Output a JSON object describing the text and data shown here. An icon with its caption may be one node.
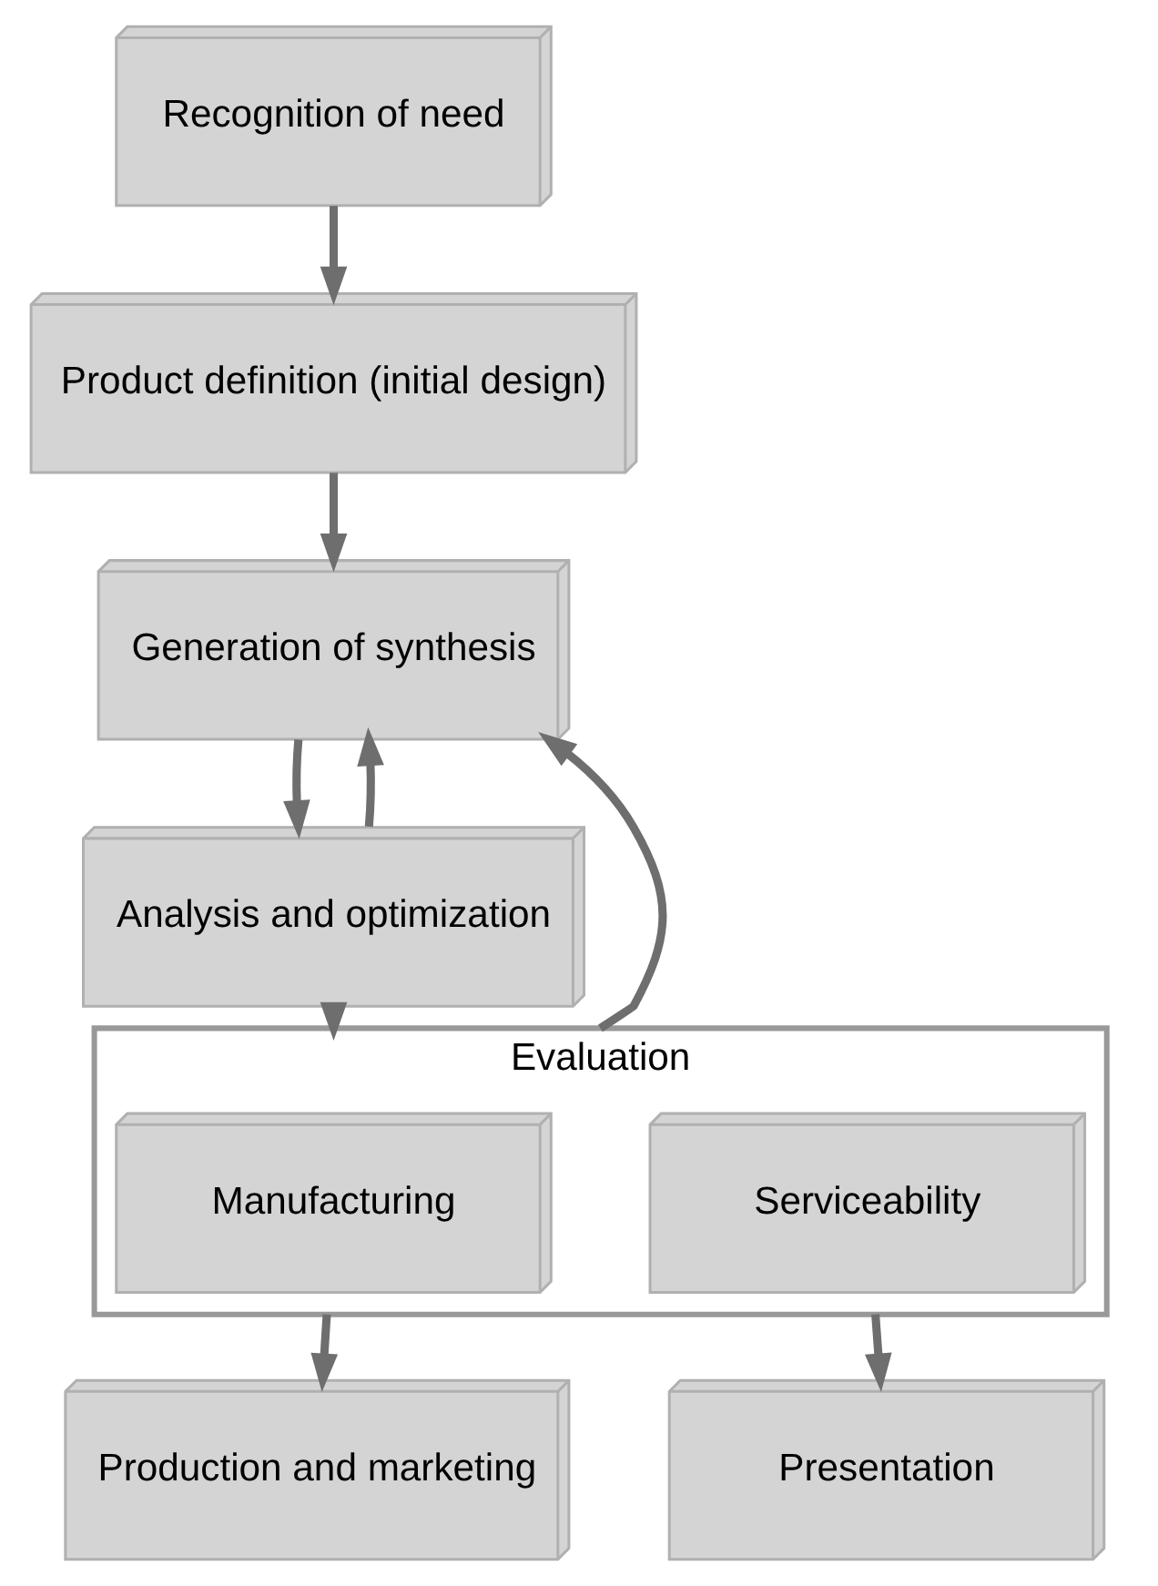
{
  "diagram": {
    "nodes": [
      {
        "text": [
          "Recognition of need"
        ]
      },
      {
        "text": [
          "Product definition (initial design)"
        ]
      },
      {
        "text": [
          "Generation of synthesis"
        ]
      },
      {
        "text": [
          "Analysis and optimization"
        ]
      },
      {
        "text": [
          "Evaluation"
        ]
      },
      {
        "text": [
          "Manufacturing"
        ],
        "in": 4
      },
      {
        "text": [
          "Serviceability"
        ],
        "in": 4
      },
      {
        "text": [
          "Production and marketing"
        ]
      },
      {
        "text": [
          "Presentation"
        ]
      }
    ],
    "edges": [
      {
        "from": 0,
        "to": 1,
        "arrow": "to"
      },
      {
        "from": 1,
        "to": 2,
        "arrow": "to"
      },
      {
        "from": 2,
        "to": 3,
        "arrow": "to"
      },
      {
        "from": 3,
        "to": 2,
        "arrow": "to"
      },
      {
        "from": 3,
        "to": 4,
        "arrow": "to"
      },
      {
        "from": 4,
        "to": 2,
        "arrow": "to"
      },
      {
        "from": 4,
        "to": 7,
        "arrow": "to"
      },
      {
        "from": 4,
        "to": 8,
        "arrow": "to"
      }
    ]
  }
}
